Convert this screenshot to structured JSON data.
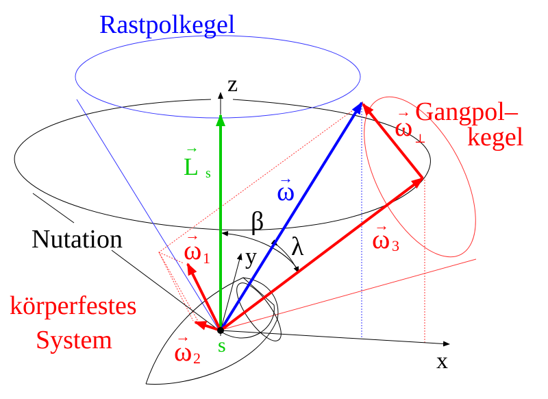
{
  "labels": {
    "rastpolkegel": "Rastpolkegel",
    "gangpolkegel_line1": "Gangpol–",
    "gangpolkegel_line2": "kegel",
    "nutation": "Nutation",
    "koerperfestes_line1": "körperfestes",
    "koerperfestes_line2": "System",
    "axis_z": "z",
    "axis_y": "y",
    "axis_x": "x",
    "point_s": "s",
    "angle_beta": "β",
    "angle_lambda": "λ",
    "vec_L": "L",
    "vec_L_sub": "s",
    "vec_omega": "ω",
    "vec_omega_perp": "ω",
    "vec_omega_perp_sub": "⊥",
    "vec_omega1": "ω",
    "vec_omega1_sub": "1",
    "vec_omega2": "ω",
    "vec_omega2_sub": "2",
    "vec_omega3": "ω",
    "vec_omega3_sub": "3",
    "vector_arrow": "→"
  },
  "colors": {
    "blue": "#0000ff",
    "red": "#ff0000",
    "green": "#00cc00",
    "black": "#000000",
    "thin_blue": "#3333ff",
    "thin_red": "#ff3333"
  }
}
